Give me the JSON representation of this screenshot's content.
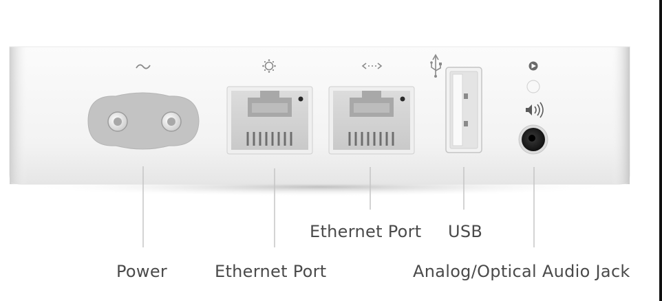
{
  "labels": {
    "power": "Power",
    "ethernet_port_1": "Ethernet Port",
    "ethernet_port_2": "Ethernet Port",
    "usb": "USB",
    "audio_jack": "Analog/Optical Audio Jack"
  },
  "icons": {
    "power": "ac-tilde-icon",
    "ethernet_port_1": "ethernet-wan-icon",
    "ethernet_port_2": "ethernet-lan-icon",
    "usb": "usb-trident-icon",
    "status": "status-light-icon",
    "audio": "speaker-icon"
  },
  "colors": {
    "device_body": "#f4f4f4",
    "leader_line": "#c4c4c4",
    "label_text": "#4a4a4a"
  }
}
